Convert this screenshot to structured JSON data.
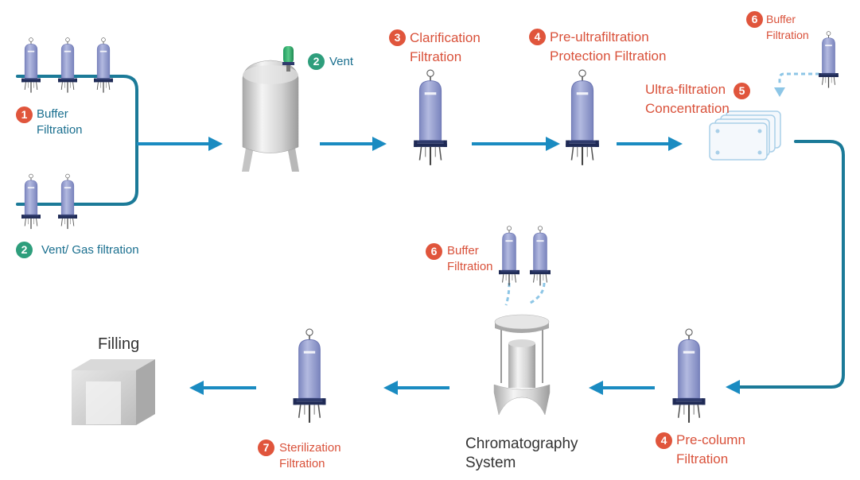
{
  "colors": {
    "pipe": "#1b7a98",
    "arrow": "#1a8bc1",
    "dashed": "#8dc6e6",
    "filter_body": "#8f98c9",
    "filter_outline": "#6c76b3",
    "steel": "#c8c8c8",
    "label_blue": "#1a6f8f",
    "label_red": "#d9513a",
    "badge_red": "#e0553c",
    "badge_green": "#2e9e7c"
  },
  "stages": {
    "buffer_filtration": {
      "num": "1",
      "line1": "Buffer",
      "line2": "Filtration"
    },
    "vent_gas": {
      "num": "2",
      "label": "Vent/ Gas filtration"
    },
    "vent": {
      "num": "2",
      "label": "Vent"
    },
    "clarification": {
      "num": "3",
      "line1": "Clarification",
      "line2": "Filtration"
    },
    "pre_uf": {
      "num": "4",
      "line1": "Pre-ultrafiltration",
      "line2": "Protection Filtration"
    },
    "uf_concentration": {
      "num": "5",
      "line1": "Ultra-filtration",
      "line2": "Concentration"
    },
    "buffer_top": {
      "num": "6",
      "line1": "Buffer",
      "line2": "Filtration"
    },
    "buffer_mid": {
      "num": "6",
      "line1": "Buffer",
      "line2": "Filtration"
    },
    "pre_column": {
      "num": "4",
      "line1": "Pre-column",
      "line2": "Filtration"
    },
    "chromatography": {
      "line1": "Chromatography",
      "line2": "System"
    },
    "sterilization": {
      "num": "7",
      "line1": "Sterilization",
      "line2": "Filtration"
    },
    "filling": {
      "label": "Filling"
    }
  },
  "icons": {
    "filter": "cartridge-filter-icon",
    "tank": "stainless-tank-icon",
    "vent": "vent-filter-icon",
    "uf_cassette": "uf-cassette-icon",
    "chromatography": "chromatography-column-icon",
    "filling": "filling-box-icon"
  }
}
